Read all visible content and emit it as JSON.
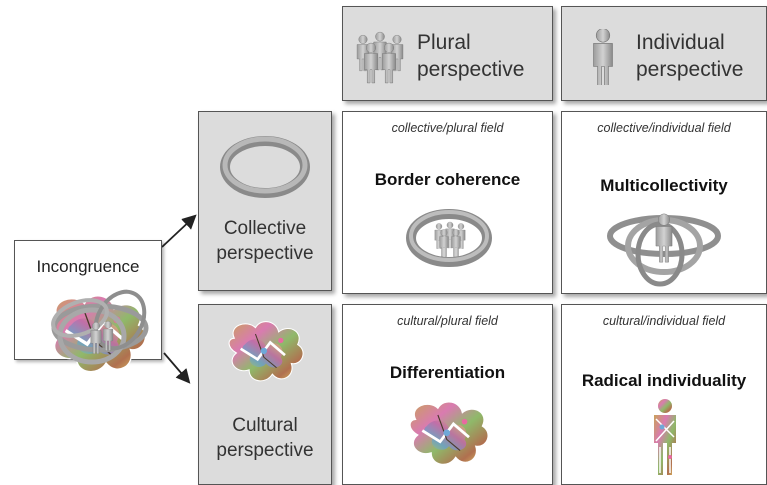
{
  "headers": {
    "plural": {
      "line1": "Plural",
      "line2": "perspective",
      "icon": "group-of-people-icon"
    },
    "individual": {
      "line1": "Individual",
      "line2": "perspective",
      "icon": "single-person-icon"
    }
  },
  "rows": {
    "collective": {
      "line1": "Collective",
      "line2": "perspective",
      "icon": "ring-icon"
    },
    "cultural": {
      "line1": "Cultural",
      "line2": "perspective",
      "icon": "colorful-blob-icon"
    }
  },
  "incongruence": {
    "label": "Incongruence"
  },
  "cells": {
    "collective_plural": {
      "field": "collective/plural field",
      "title": "Border coherence"
    },
    "collective_individual": {
      "field": "collective/individual field",
      "title": "Multicollectivity"
    },
    "cultural_plural": {
      "field": "cultural/plural field",
      "title": "Differentiation"
    },
    "cultural_individual": {
      "field": "cultural/individual field",
      "title": "Radical individuality"
    }
  },
  "colors": {
    "panel_grey": "#dcdcdc",
    "ring_grey": "#9a9a9a",
    "border": "#555555"
  }
}
